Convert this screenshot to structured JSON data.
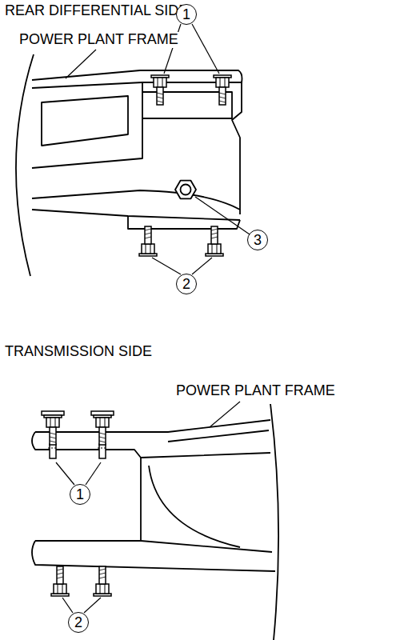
{
  "diagram": {
    "labels": [
      "REAR DIFFERENTIAL SIDE",
      "POWER PLANT FRAME",
      "1",
      "3",
      "2",
      "TRANSMISSION SIDE",
      "POWER PLANT FRAME",
      "1",
      "2"
    ]
  }
}
